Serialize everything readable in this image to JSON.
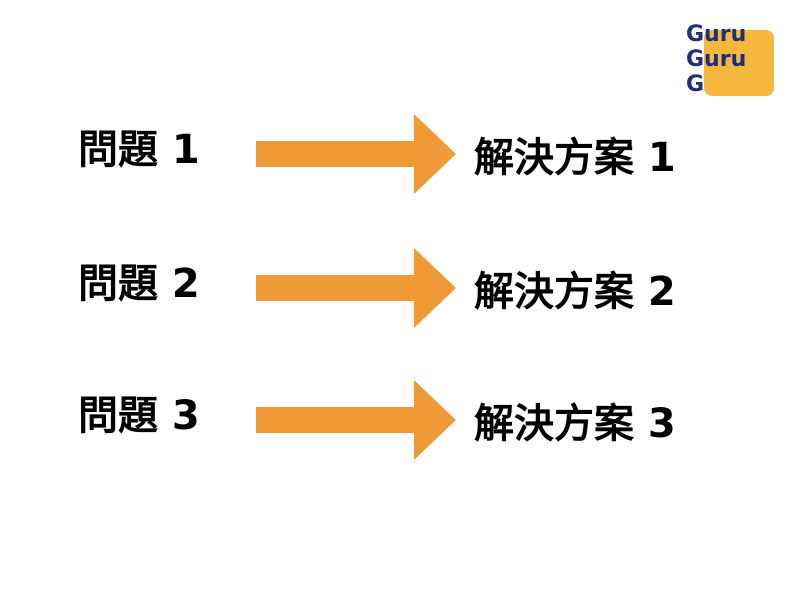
{
  "logo": {
    "line1": "Guru",
    "line2": "Guru",
    "line3": "G",
    "text_color": "#1F2D7A",
    "box_color": "#F5B83F"
  },
  "arrow_color": "#F09A37",
  "rows": [
    {
      "problem": "問題 1",
      "solution": "解決方案 1"
    },
    {
      "problem": "問題 2",
      "solution": "解決方案 2"
    },
    {
      "problem": "問題 3",
      "solution": "解決方案 3"
    }
  ]
}
